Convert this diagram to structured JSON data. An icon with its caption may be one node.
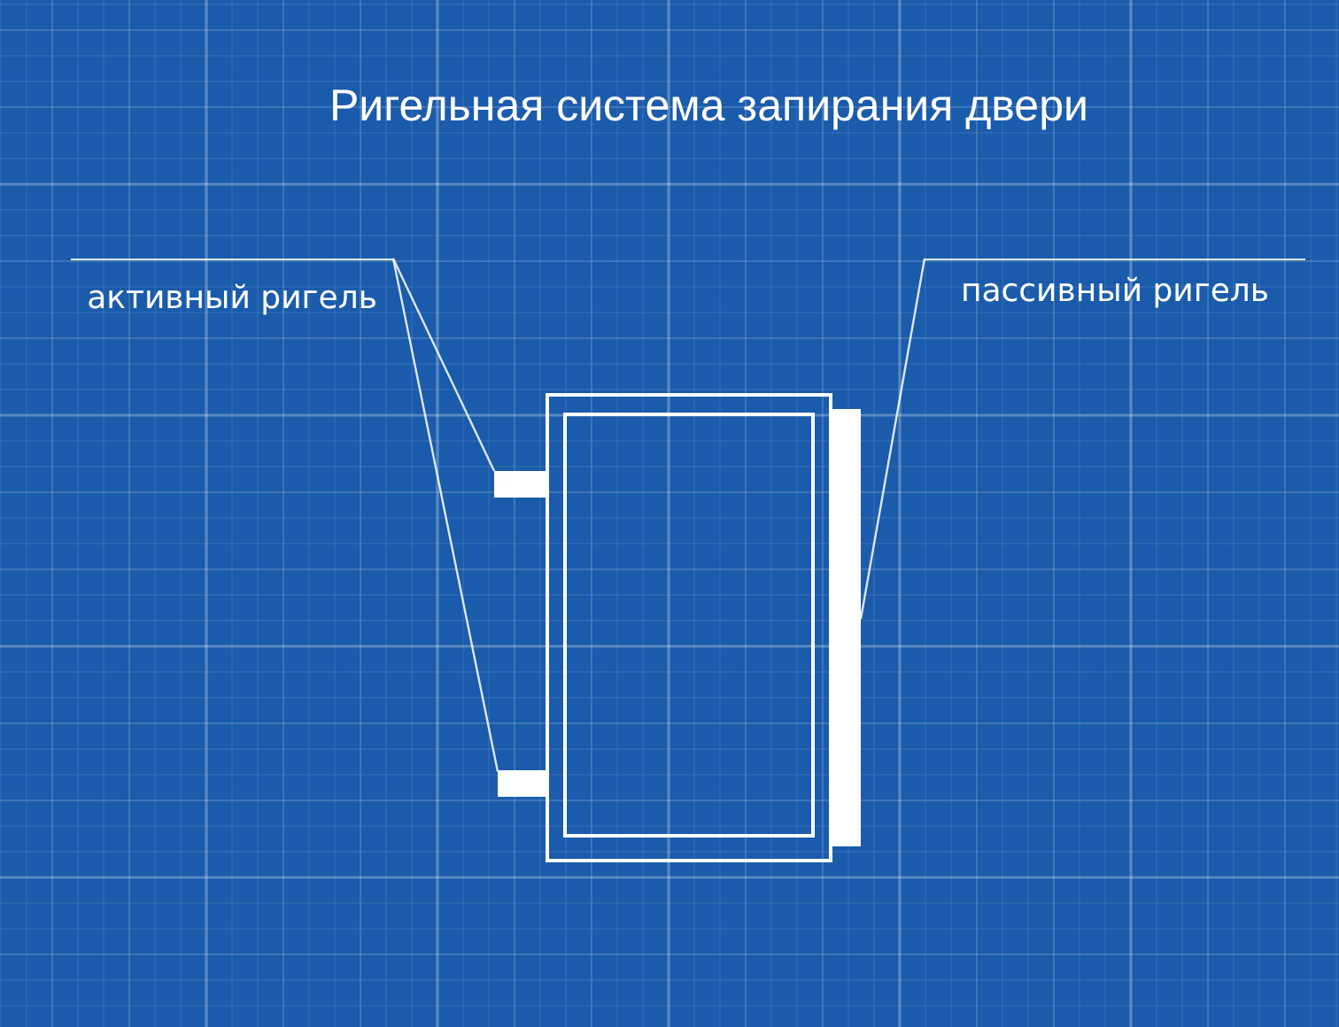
{
  "diagram": {
    "title": "Ригельная система запирания двери",
    "nodes": [
      {
        "text": [
          "активный ригель"
        ]
      },
      {
        "text": [],
        "shape": "bar"
      },
      {
        "text": [],
        "shape": "bar"
      },
      {
        "text": [
          "пассивный ригель"
        ]
      },
      {
        "text": [],
        "shape": "bar"
      }
    ],
    "edges": [
      {
        "from": 0,
        "to": 1,
        "arrow": "none"
      },
      {
        "from": 0,
        "to": 2,
        "arrow": "none"
      },
      {
        "from": 3,
        "to": 4,
        "arrow": "none"
      }
    ]
  }
}
